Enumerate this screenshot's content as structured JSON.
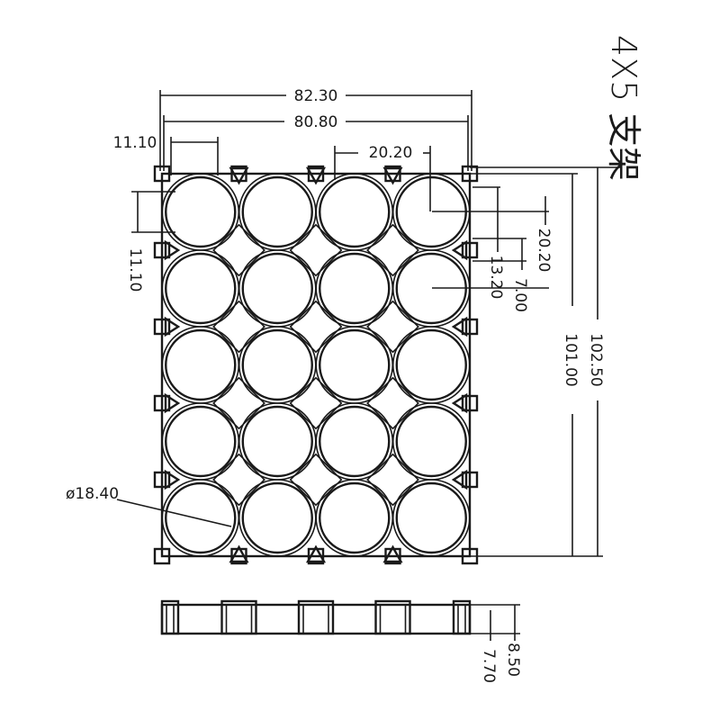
{
  "title": "4X5 支架",
  "colors": {
    "line": "#1a1a1a",
    "background": "#ffffff"
  },
  "grid": {
    "columns": 4,
    "rows": 5
  },
  "dimensions": {
    "overall_width": "82.30",
    "inner_width": "80.80",
    "edge_to_first_cell_x": "11.10",
    "cell_pitch_x": "20.20",
    "edge_to_first_cell_y": "11.10",
    "cell_pitch_y": "20.20",
    "rib_spacing": "7.00",
    "rib_offset": "13.20",
    "overall_height": "102.50",
    "inner_height": "101.00",
    "cell_diameter": "ø18.40",
    "total_thickness": "8.50",
    "plate_thickness": "7.70"
  }
}
